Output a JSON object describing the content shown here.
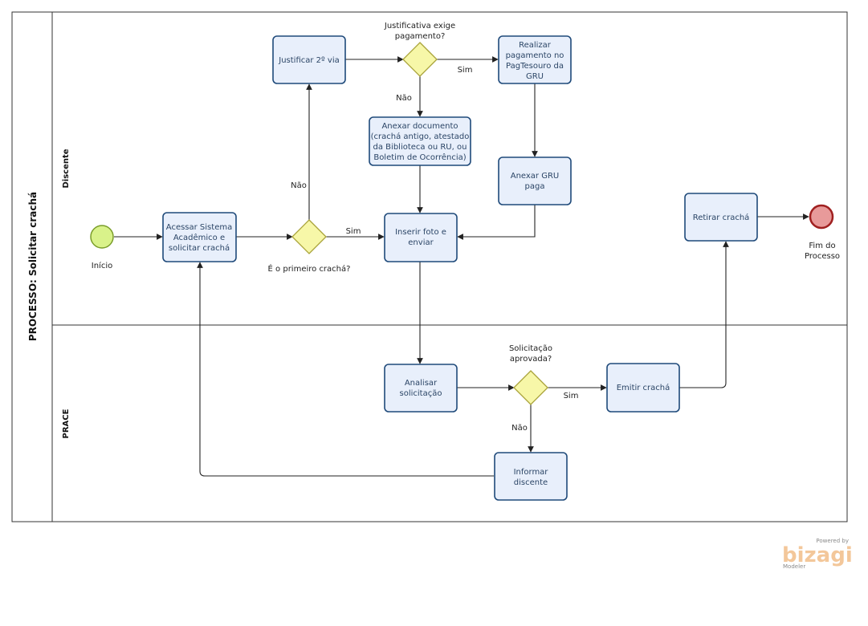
{
  "pool": {
    "title": "PROCESSO: Solicitar crachá"
  },
  "lanes": {
    "discente": "Discente",
    "prace": "PRACE"
  },
  "events": {
    "start": "Início",
    "end_line1": "Fim do",
    "end_line2": "Processo"
  },
  "tasks": {
    "acessar": [
      "Acessar Sistema",
      "Acadêmico e",
      "solicitar crachá"
    ],
    "justificar": [
      "Justificar 2º via"
    ],
    "realizar": [
      "Realizar",
      "pagamento no",
      "PagTesouro da",
      "GRU"
    ],
    "anexar_doc": [
      "Anexar documento",
      "(crachá antigo, atestado",
      "da Biblioteca ou RU, ou",
      "Boletim de Ocorrência)"
    ],
    "anexar_gru": [
      "Anexar GRU",
      "paga"
    ],
    "inserir": [
      "Inserir foto e",
      "enviar"
    ],
    "retirar": [
      "Retirar crachá"
    ],
    "analisar": [
      "Analisar",
      "solicitação"
    ],
    "emitir": [
      "Emitir crachá"
    ],
    "informar": [
      "Informar",
      "discente"
    ]
  },
  "gateways": {
    "primeiro": "É o primeiro crachá?",
    "justificativa_1": "Justificativa exige",
    "justificativa_2": "pagamento?",
    "aprovada_1": "Solicitação",
    "aprovada_2": "aprovada?"
  },
  "flow_labels": {
    "sim_primeiro": "Sim",
    "nao_primeiro": "Não",
    "sim_justificativa": "Sim",
    "nao_justificativa": "Não",
    "sim_aprovada": "Sim",
    "nao_aprovada": "Não"
  },
  "logo": {
    "powered": "Powered by",
    "brand": "bizagi",
    "product": "Modeler"
  },
  "colors": {
    "task_fill": "#e8effb",
    "task_stroke": "#1f4a7a",
    "gateway_fill": "#f7f7a8",
    "start_fill": "#d9f28a",
    "end_fill": "#e89a9a"
  }
}
